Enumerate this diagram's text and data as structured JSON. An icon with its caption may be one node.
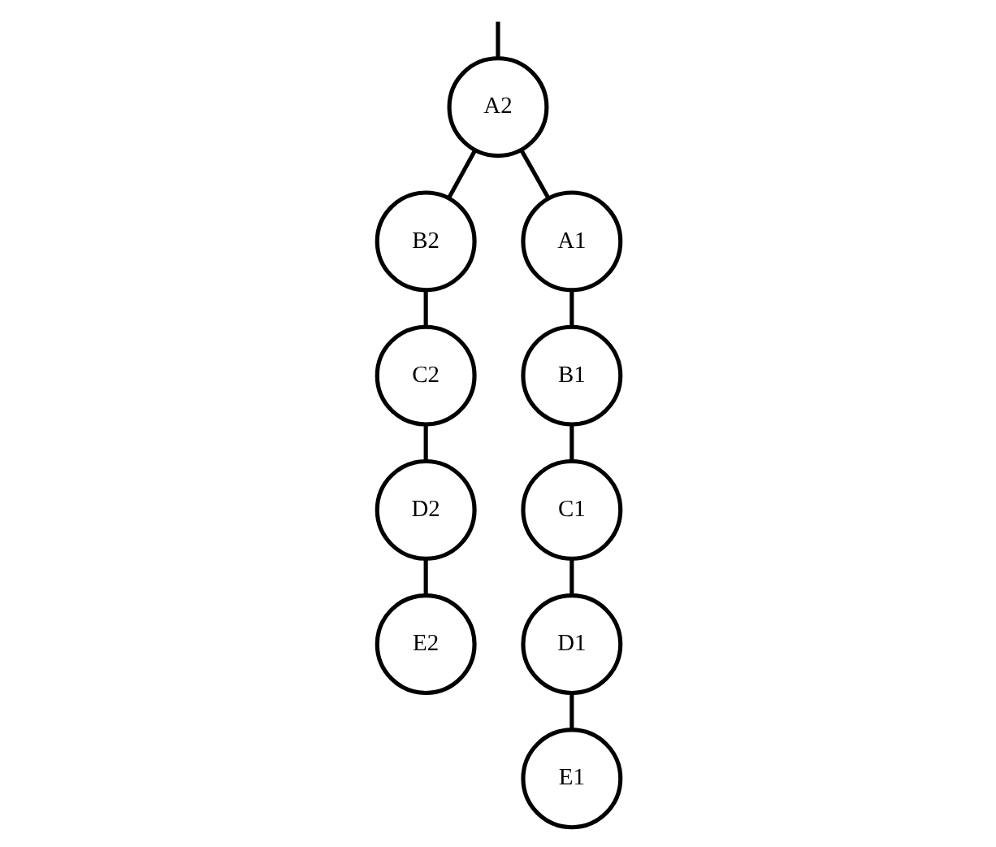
{
  "diagram": {
    "nodes": [
      {
        "text": [
          "A2"
        ]
      },
      {
        "text": [
          "B2"
        ]
      },
      {
        "text": [
          "A1"
        ]
      },
      {
        "text": [
          "C2"
        ]
      },
      {
        "text": [
          "B1"
        ]
      },
      {
        "text": [
          "D2"
        ]
      },
      {
        "text": [
          "C1"
        ]
      },
      {
        "text": [
          "E2"
        ]
      },
      {
        "text": [
          "D1"
        ]
      },
      {
        "text": [
          "E1"
        ]
      }
    ],
    "edges": [
      {
        "from": null,
        "to": 0,
        "arrow": "none"
      },
      {
        "from": 0,
        "to": 1,
        "arrow": "none"
      },
      {
        "from": 1,
        "to": 3,
        "arrow": "none"
      },
      {
        "from": 3,
        "to": 5,
        "arrow": "none"
      },
      {
        "from": 5,
        "to": 7,
        "arrow": "none"
      },
      {
        "from": 0,
        "to": 2,
        "arrow": "none"
      },
      {
        "from": 2,
        "to": 4,
        "arrow": "none"
      },
      {
        "from": 4,
        "to": 6,
        "arrow": "none"
      },
      {
        "from": 6,
        "to": 8,
        "arrow": "none"
      },
      {
        "from": 8,
        "to": 9,
        "arrow": "none"
      }
    ]
  }
}
